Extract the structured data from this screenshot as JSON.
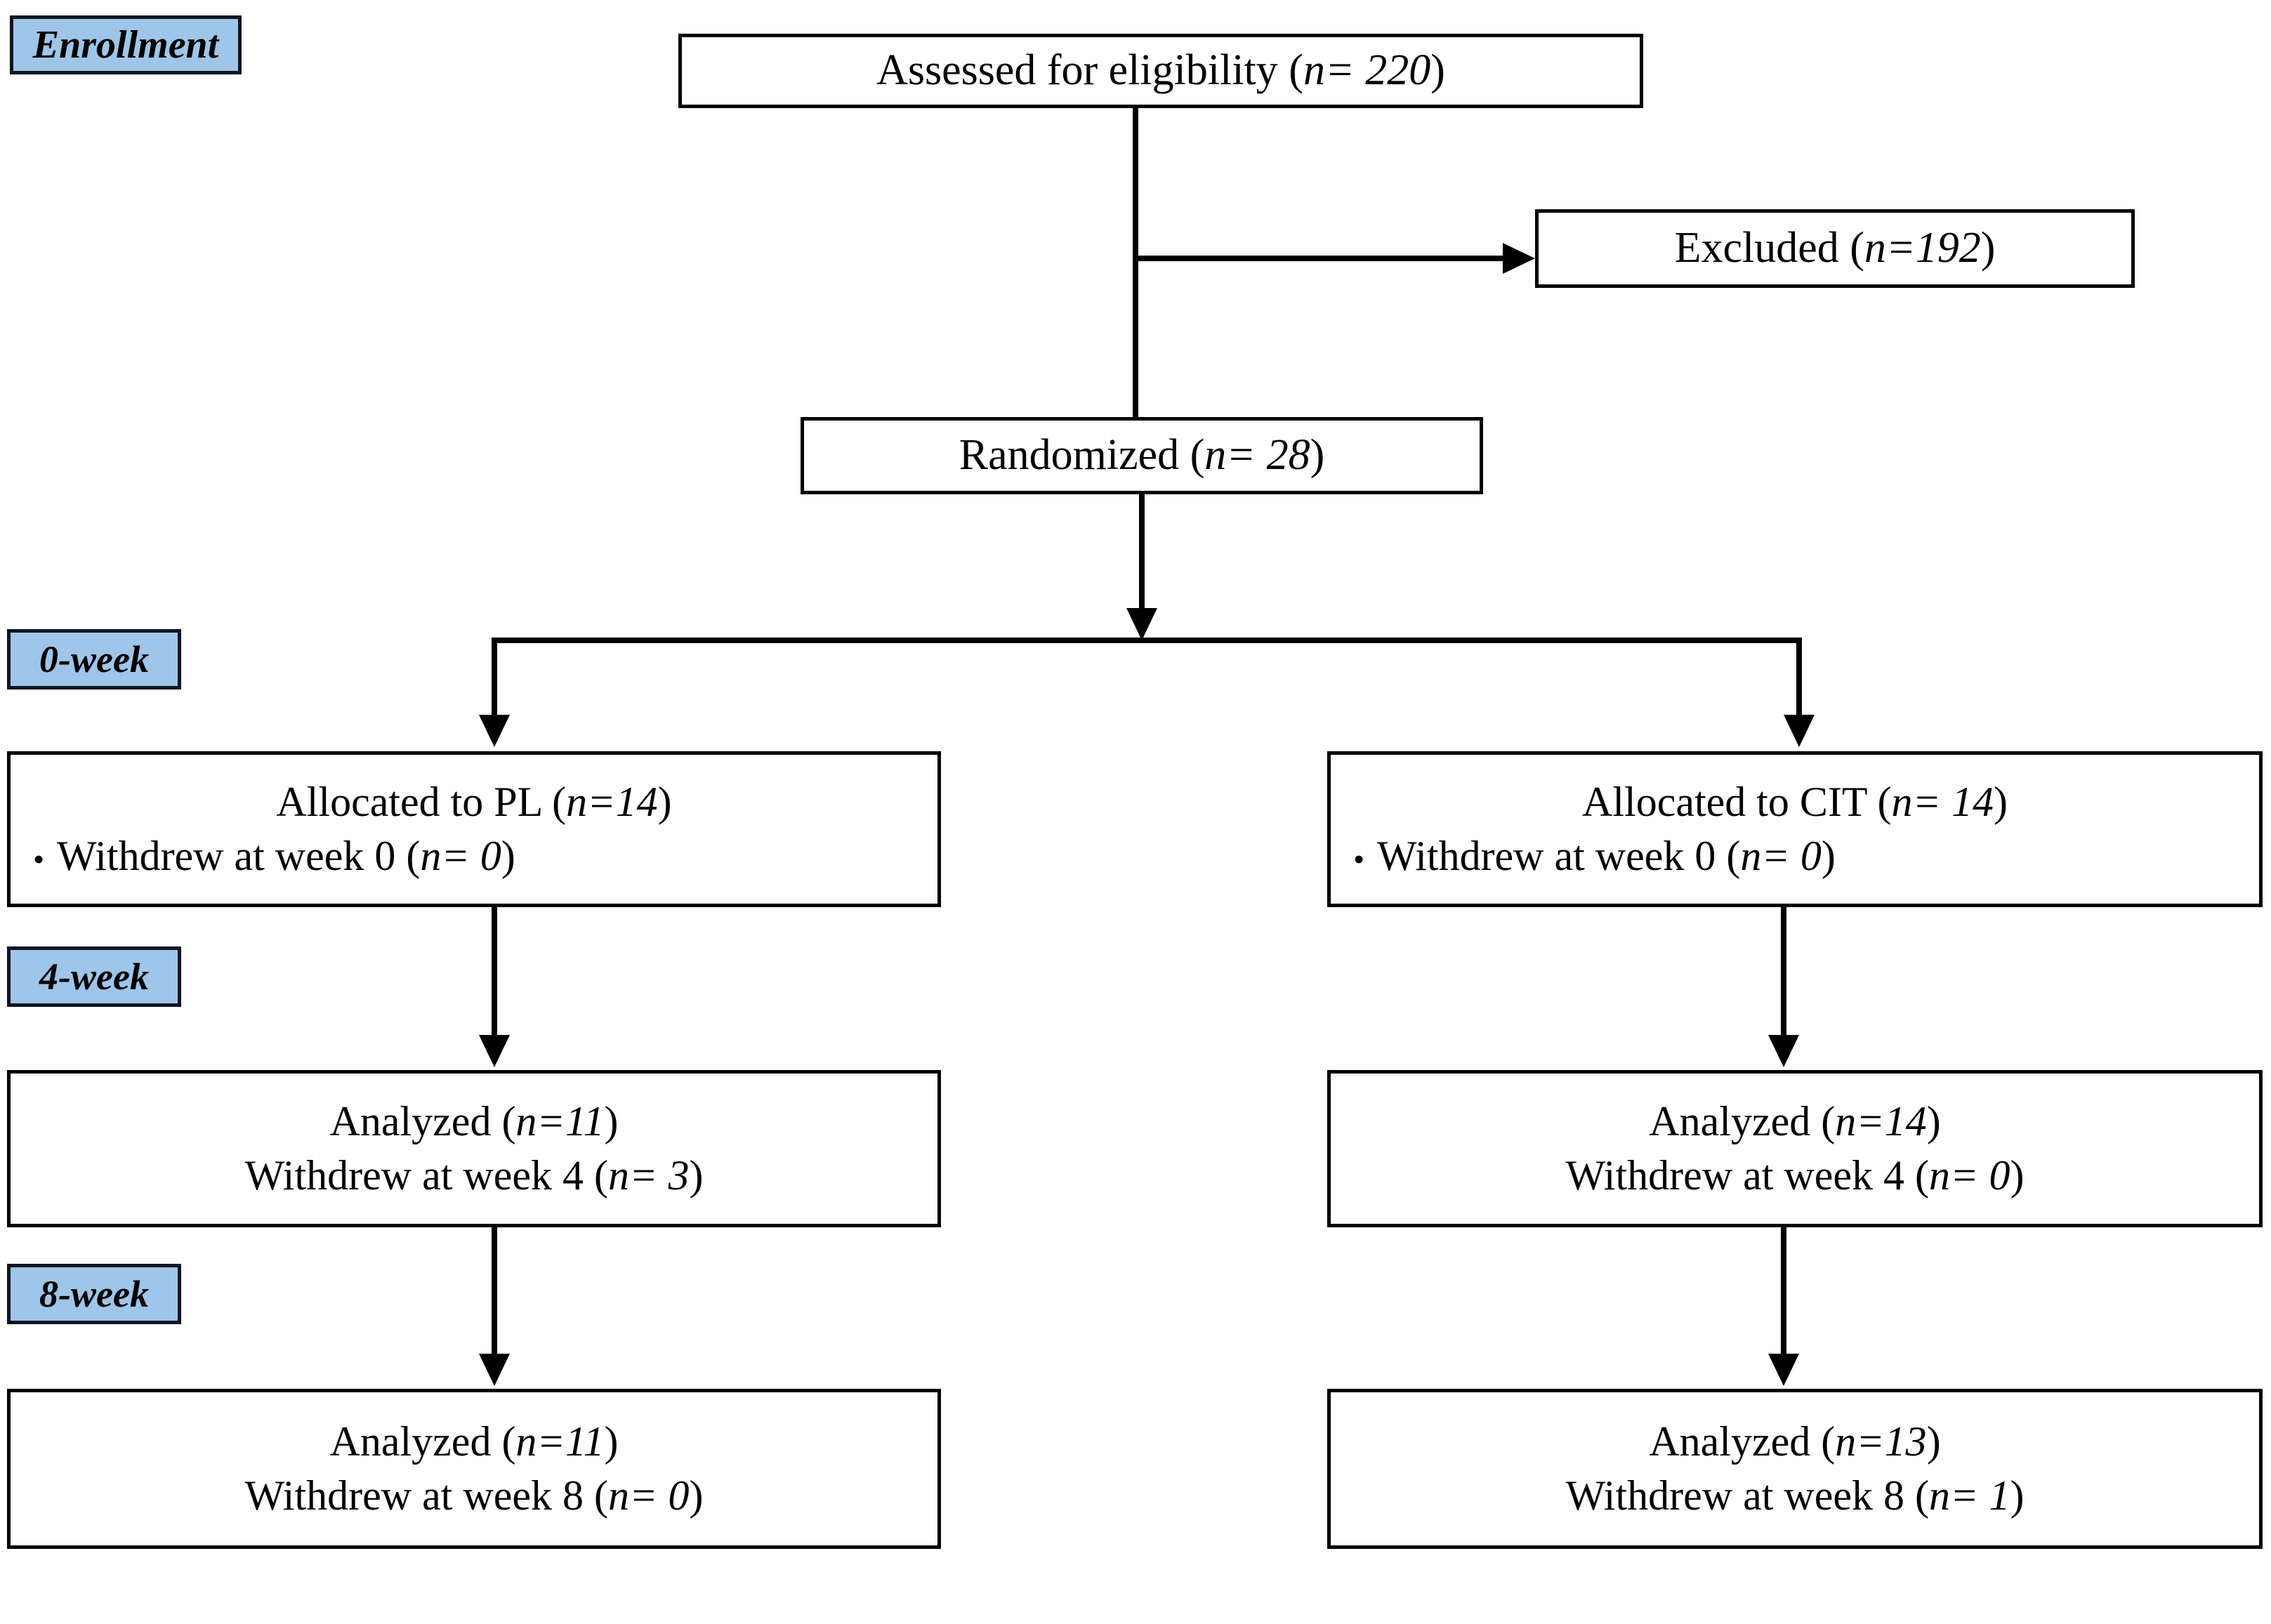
{
  "diagram": {
    "title": "CONSORT participant flow diagram",
    "accent_blue": "#9FC5E8",
    "border_color": "#000000",
    "background": "#FFFFFF"
  },
  "stage_labels": {
    "enrollment": "Enrollment",
    "week0": "0-week",
    "week4": "4-week",
    "week8": "8-week"
  },
  "nodes": {
    "assessed": {
      "text_plain": "Assessed for eligibility (n= 220)",
      "prefix": "Assessed for eligibility (",
      "n_value": "n= 220",
      "suffix": ")"
    },
    "excluded": {
      "text_plain": "Excluded (n=192)",
      "prefix": "Excluded (",
      "n_value": "n=192",
      "suffix": ")"
    },
    "randomized": {
      "text_plain": "Randomized (n= 28)",
      "prefix": "Randomized (",
      "n_value": "n= 28",
      "suffix": ")"
    },
    "alloc_pl": {
      "title_prefix": "Allocated to PL (",
      "title_n": "n=14",
      "title_suffix": ")",
      "bullet": "•",
      "withdrew_prefix": "Withdrew at week 0 (",
      "withdrew_n": "n= 0",
      "withdrew_suffix": ")"
    },
    "alloc_cit": {
      "title_prefix": "Allocated to CIT (",
      "title_n": "n= 14",
      "title_suffix": ")",
      "bullet": "•",
      "withdrew_prefix": "Withdrew at week 0 (",
      "withdrew_n": "n= 0",
      "withdrew_suffix": ")"
    },
    "analyzed4_pl": {
      "analyzed_prefix": "Analyzed (",
      "analyzed_n": "n=11",
      "analyzed_suffix": ")",
      "withdrew_prefix": "Withdrew at week 4 (",
      "withdrew_n": "n= 3",
      "withdrew_suffix": ")"
    },
    "analyzed4_cit": {
      "analyzed_prefix": "Analyzed (",
      "analyzed_n": "n=14",
      "analyzed_suffix": ")",
      "withdrew_prefix": "Withdrew at week 4 (",
      "withdrew_n": "n= 0",
      "withdrew_suffix": ")"
    },
    "analyzed8_pl": {
      "analyzed_prefix": "Analyzed (",
      "analyzed_n": "n=11",
      "analyzed_suffix": ")",
      "withdrew_prefix": "Withdrew at week 8 (",
      "withdrew_n": "n= 0",
      "withdrew_suffix": ")"
    },
    "analyzed8_cit": {
      "analyzed_prefix": "Analyzed (",
      "analyzed_n": "n=13",
      "analyzed_suffix": ")",
      "withdrew_prefix": "Withdrew at week 8 (",
      "withdrew_n": "n= 1",
      "withdrew_suffix": ")"
    }
  },
  "flow_counts": {
    "assessed_for_eligibility": 220,
    "excluded": 192,
    "randomized": 28,
    "allocated_PL": 14,
    "allocated_CIT": 14,
    "withdrew_week0_PL": 0,
    "withdrew_week0_CIT": 0,
    "analyzed_week4_PL": 11,
    "withdrew_week4_PL": 3,
    "analyzed_week4_CIT": 14,
    "withdrew_week4_CIT": 0,
    "analyzed_week8_PL": 11,
    "withdrew_week8_PL": 0,
    "analyzed_week8_CIT": 13,
    "withdrew_week8_CIT": 1
  }
}
